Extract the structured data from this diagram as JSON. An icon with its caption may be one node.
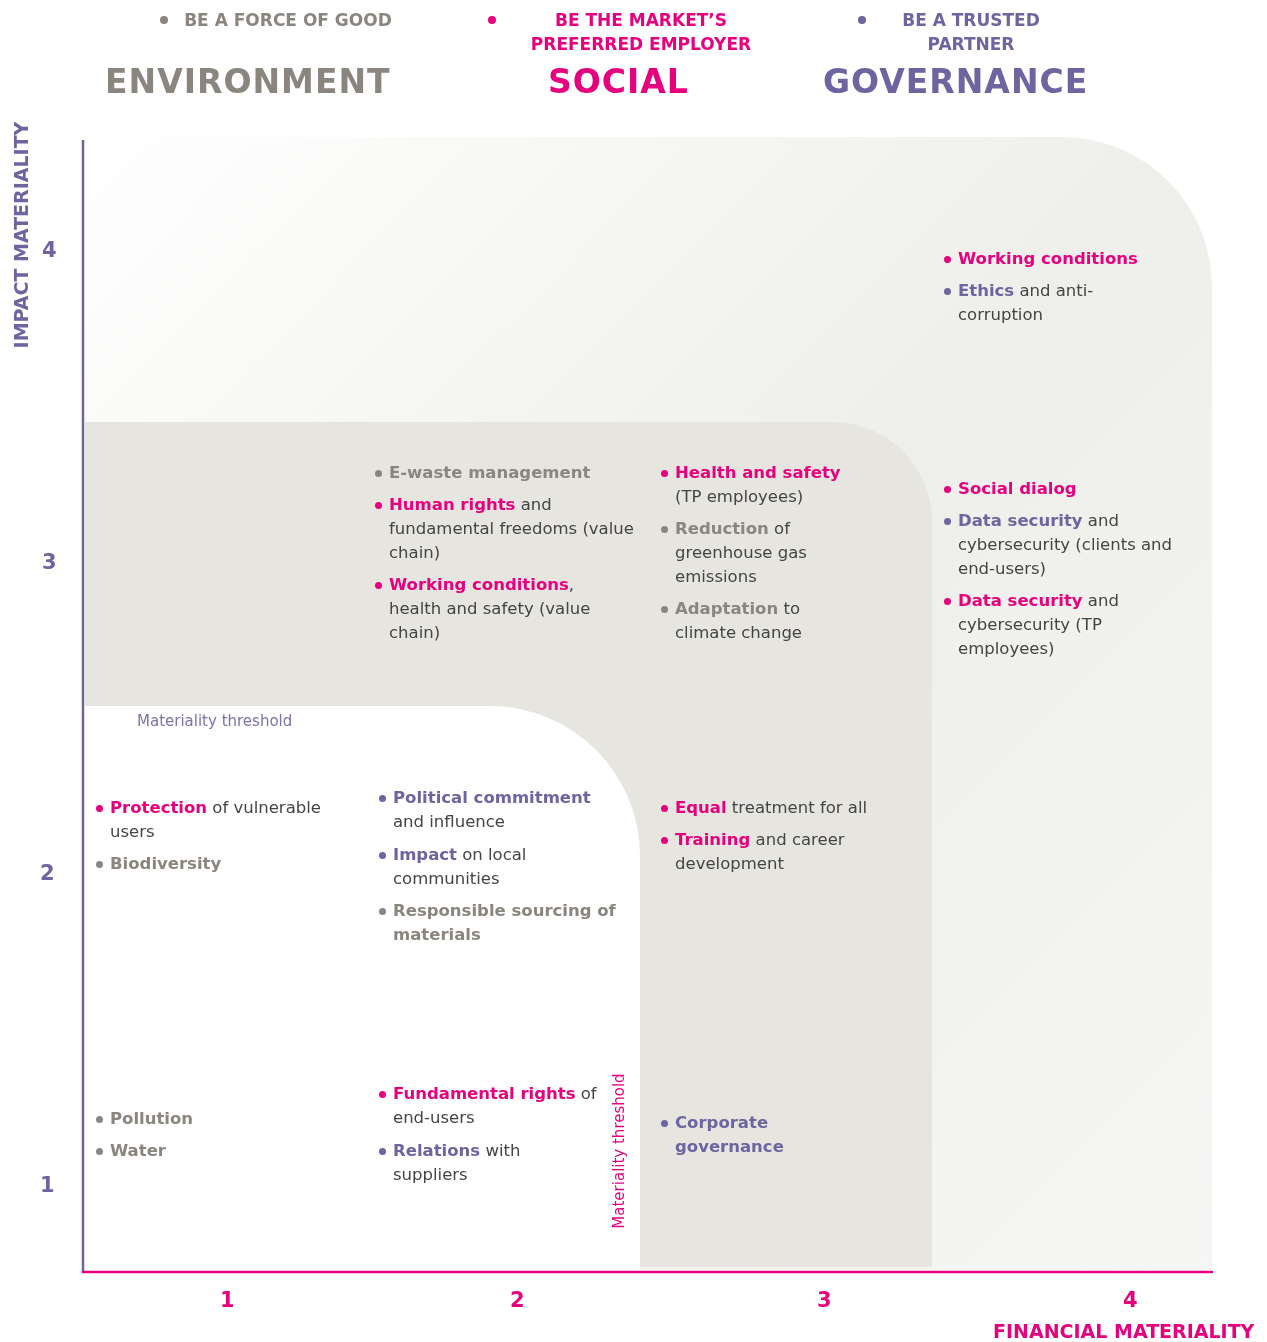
{
  "diagram": {
    "labels": [
      "ENVIRONMENT",
      "SOCIAL",
      "GOVERNANCE",
      "IMPACT MATERIALITY",
      "4",
      "**Working conditions**",
      "**Ethics** and anti-corruption",
      "**E-waste management**",
      "**Health and safety** (TP employees)",
      "**Social dialog**",
      "**Human rights** and fundamental freedoms (value chain)",
      "**Reduction** of greenhouse gas emissions",
      "**Data security** and cybersecurity (clients and end-users)",
      "3",
      "**Working conditions**, health and safety (value chain)",
      "**Adaptation** to climate change",
      "**Data security** and cybersecurity (TP employees)",
      "Materiality threshold",
      "**Protection** of vulnerable users",
      "**Political commitment** and influence",
      "**Equal** treatment for all",
      "Biodiversity",
      "**Impact** on local communities",
      "**Training** and career development",
      "2",
      "Responsible sourcing of materials",
      "Materiality threshold",
      "**Fundamental rights** of end-users",
      "Corporate governance",
      "Pollution",
      "**Relations** with suppliers",
      "Water",
      "1",
      "1",
      "2",
      "3",
      "4",
      "FINANCIAL MATERIALITY"
    ],
    "legend": [
      {
        "text": "BE A FORCE OF GOOD",
        "color": "#8a857f"
      },
      {
        "text": "BE THE MARKET’S PREFERRED EMPLOYER",
        "color": "#e6007e"
      },
      {
        "text": "BE A TRUSTED PARTNER",
        "color": "#6e64a0"
      }
    ]
  }
}
